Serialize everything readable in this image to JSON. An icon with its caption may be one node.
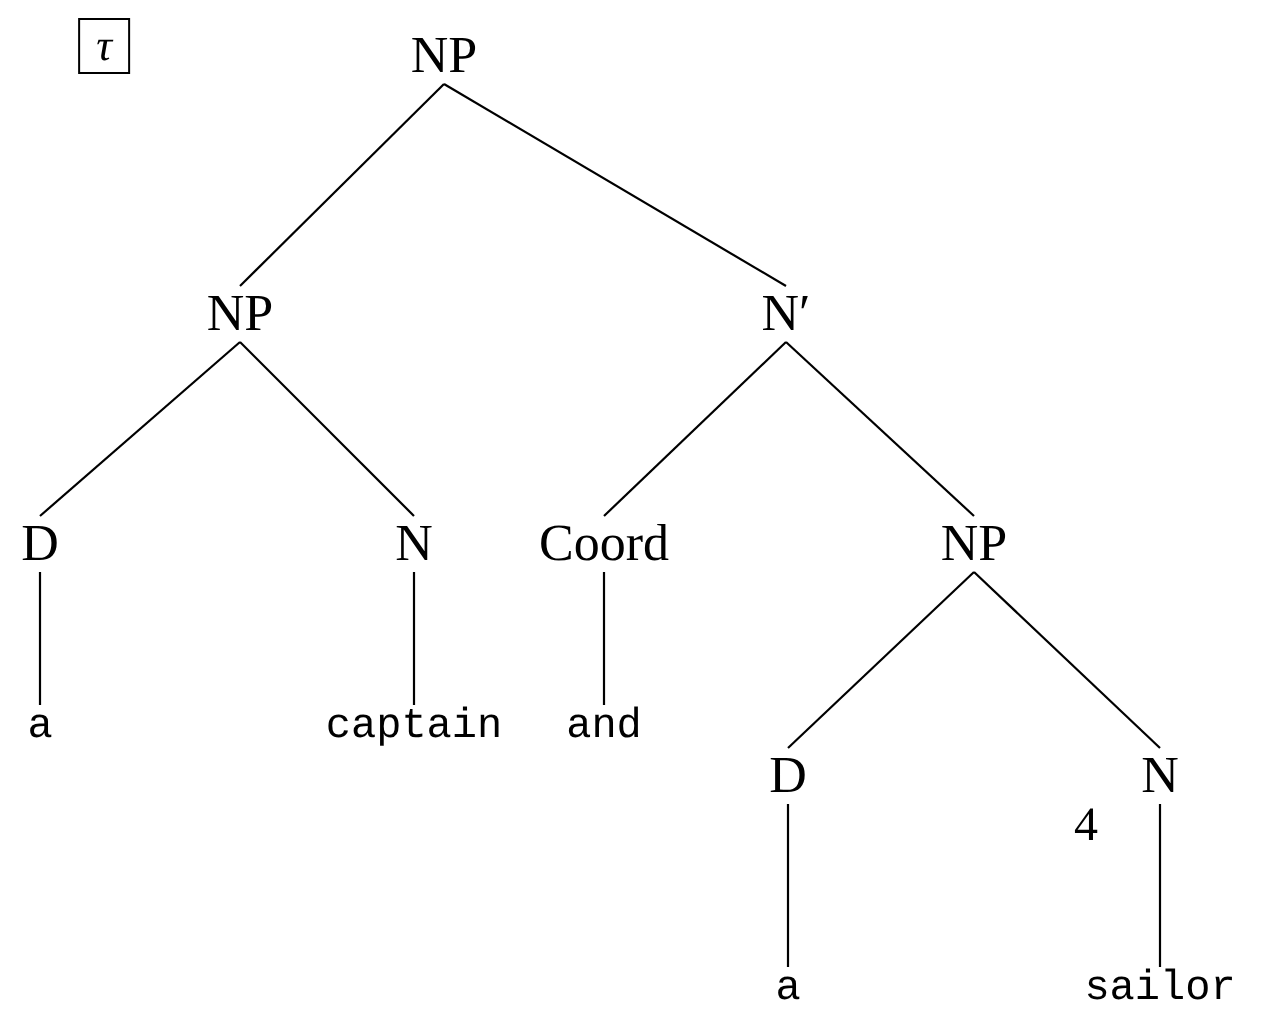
{
  "diagram": {
    "nodes": [
      {
        "text": [
          "τ"
        ]
      },
      {
        "text": [
          "NP"
        ]
      },
      {
        "text": [
          "NP"
        ]
      },
      {
        "text": [
          "N′"
        ]
      },
      {
        "text": [
          "D"
        ]
      },
      {
        "text": [
          "N"
        ]
      },
      {
        "text": [
          "Coord"
        ]
      },
      {
        "text": [
          "NP"
        ]
      },
      {
        "text": [
          "a"
        ]
      },
      {
        "text": [
          "captain"
        ]
      },
      {
        "text": [
          "and"
        ]
      },
      {
        "text": [
          "D"
        ]
      },
      {
        "text": [
          "N"
        ]
      },
      {
        "text": [
          "a"
        ]
      },
      {
        "text": [
          "sailor"
        ]
      }
    ],
    "edges": [
      {
        "from": 1,
        "to": 2,
        "arrow": "none"
      },
      {
        "from": 1,
        "to": 3,
        "arrow": "none"
      },
      {
        "from": 2,
        "to": 4,
        "arrow": "none"
      },
      {
        "from": 2,
        "to": 5,
        "arrow": "none"
      },
      {
        "from": 3,
        "to": 6,
        "arrow": "none"
      },
      {
        "from": 3,
        "to": 7,
        "arrow": "none"
      },
      {
        "from": 4,
        "to": 8,
        "arrow": "none"
      },
      {
        "from": 5,
        "to": 9,
        "arrow": "none"
      },
      {
        "from": 6,
        "to": 10,
        "arrow": "none"
      },
      {
        "from": 7,
        "to": 11,
        "arrow": "none"
      },
      {
        "from": 7,
        "to": 12,
        "arrow": "none"
      },
      {
        "from": 11,
        "to": 13,
        "arrow": "none"
      },
      {
        "from": 12,
        "to": 14,
        "arrow": "none"
      }
    ],
    "labels": [
      "4"
    ]
  }
}
